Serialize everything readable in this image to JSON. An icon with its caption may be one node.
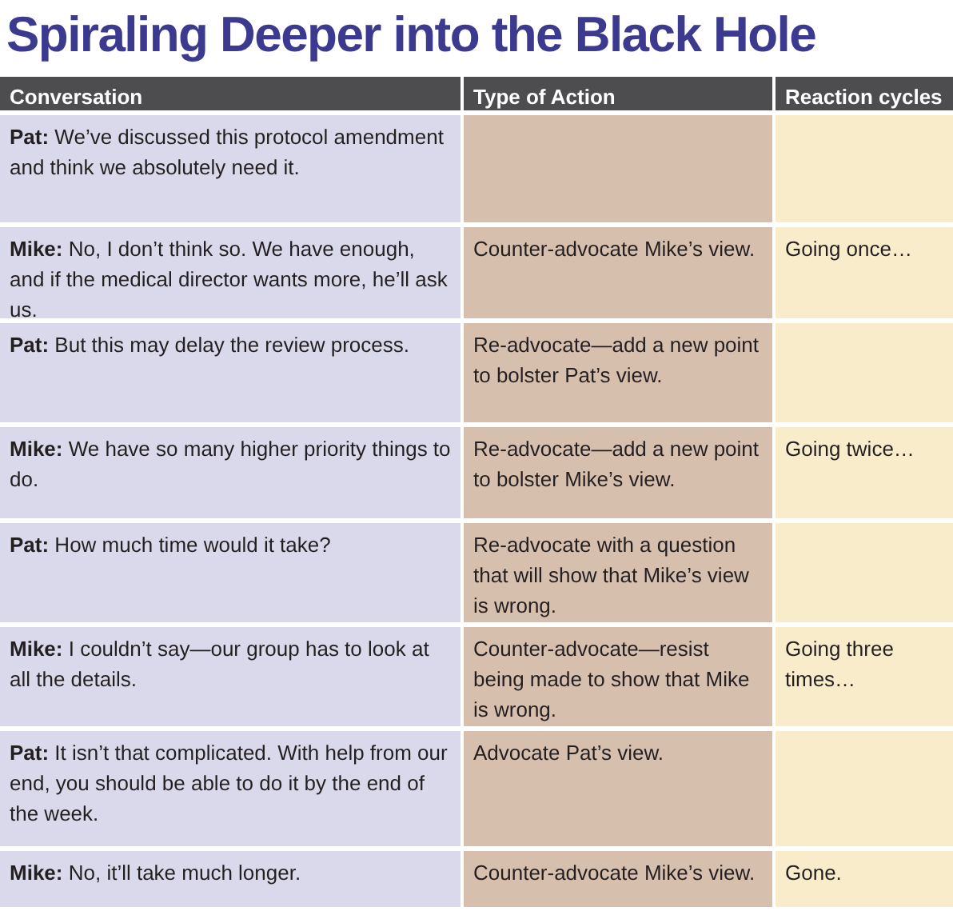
{
  "diagram": {
    "title": "Spiraling Deeper into the Black Hole",
    "labels": [
      "Conversation",
      "Type of Action",
      "Reaction cycles",
      "**Pat:** We’ve discussed this protocol amendment and think we absolutely need it.",
      "**Mike:** No, I don’t think so. We have enough, and if the medical director wants more, he’ll ask us.",
      "Counter-advocate Mike’s view.",
      "Going once…",
      "**Pat:** But this may delay the review process.",
      "Re-advocate—add a new point to bolster Pat’s view.",
      "**Mike:** We have so many higher priority things to do.",
      "Re-advocate—add a new point to bolster Mike’s view.",
      "Going twice…",
      "**Pat:** How much time would it take?",
      "Re-advocate with a question that will show that Mike’s view is wrong.",
      "**Mike:** I couldn’t say—our group has to look at all the details.",
      "Counter-advocate—resist being made to show that Mike is wrong.",
      "Going three times…",
      "**Pat:** It isn’t that complicated. With help from our end, you should be able to do it by the end of the week.",
      "Advocate Pat’s view.",
      "**Mike:** No, it’ll take much longer.",
      "Counter-advocate Mike’s view.",
      "Gone."
    ]
  }
}
